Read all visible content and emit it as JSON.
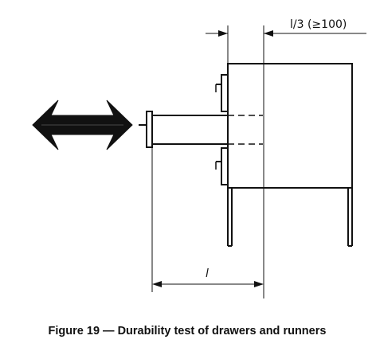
{
  "figure": {
    "dimension_top": "l/3 (≥100)",
    "dimension_bottom": "l",
    "caption": "Figure 19 — Durability test of drawers and runners"
  },
  "colors": {
    "line": "#111111",
    "background": "#ffffff"
  },
  "icons": {
    "arrow": "double-headed-arrow-icon"
  }
}
